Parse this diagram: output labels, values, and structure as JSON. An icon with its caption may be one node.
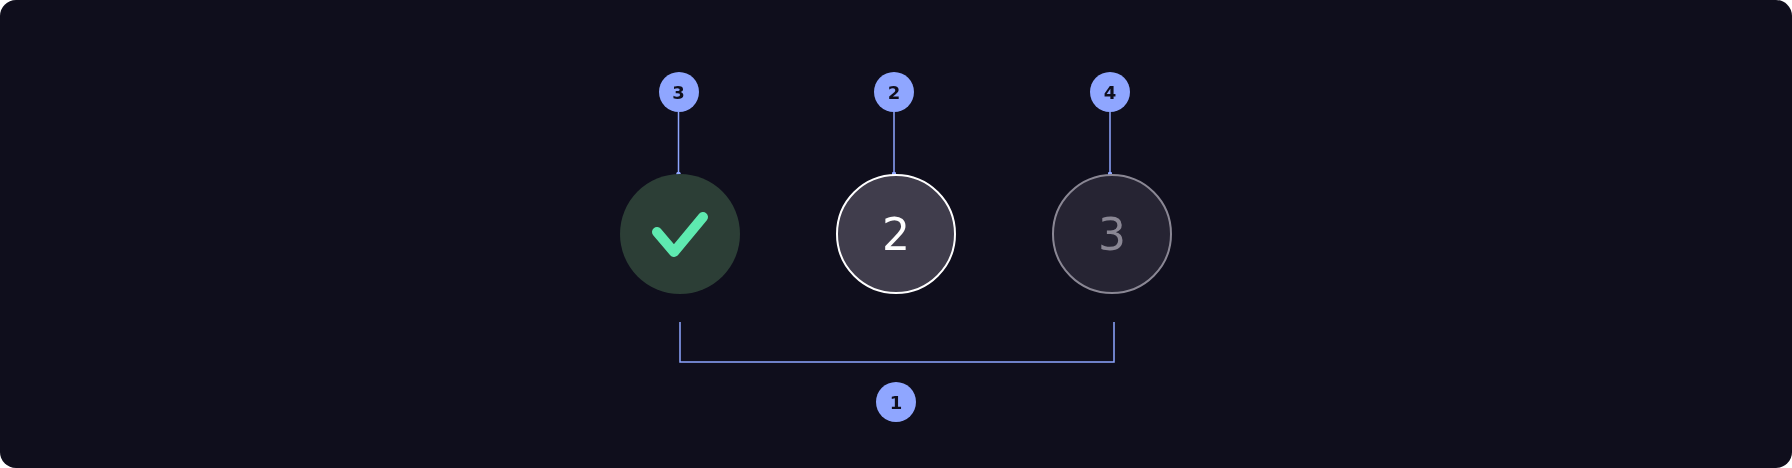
{
  "diagram": {
    "nodes": [
      {
        "text": [
          "3"
        ]
      },
      {
        "text": [
          "2"
        ]
      },
      {
        "text": [
          "4"
        ]
      },
      {
        "text": [],
        "shape": "circle"
      },
      {
        "text": [
          "2"
        ]
      },
      {
        "text": [
          "3"
        ]
      },
      {
        "text": [
          "1"
        ]
      }
    ],
    "edges": [
      {
        "from": 0,
        "to": 3,
        "arrow": "other"
      },
      {
        "from": 1,
        "to": 4,
        "arrow": "other"
      },
      {
        "from": 2,
        "to": 5,
        "arrow": "other"
      }
    ]
  }
}
